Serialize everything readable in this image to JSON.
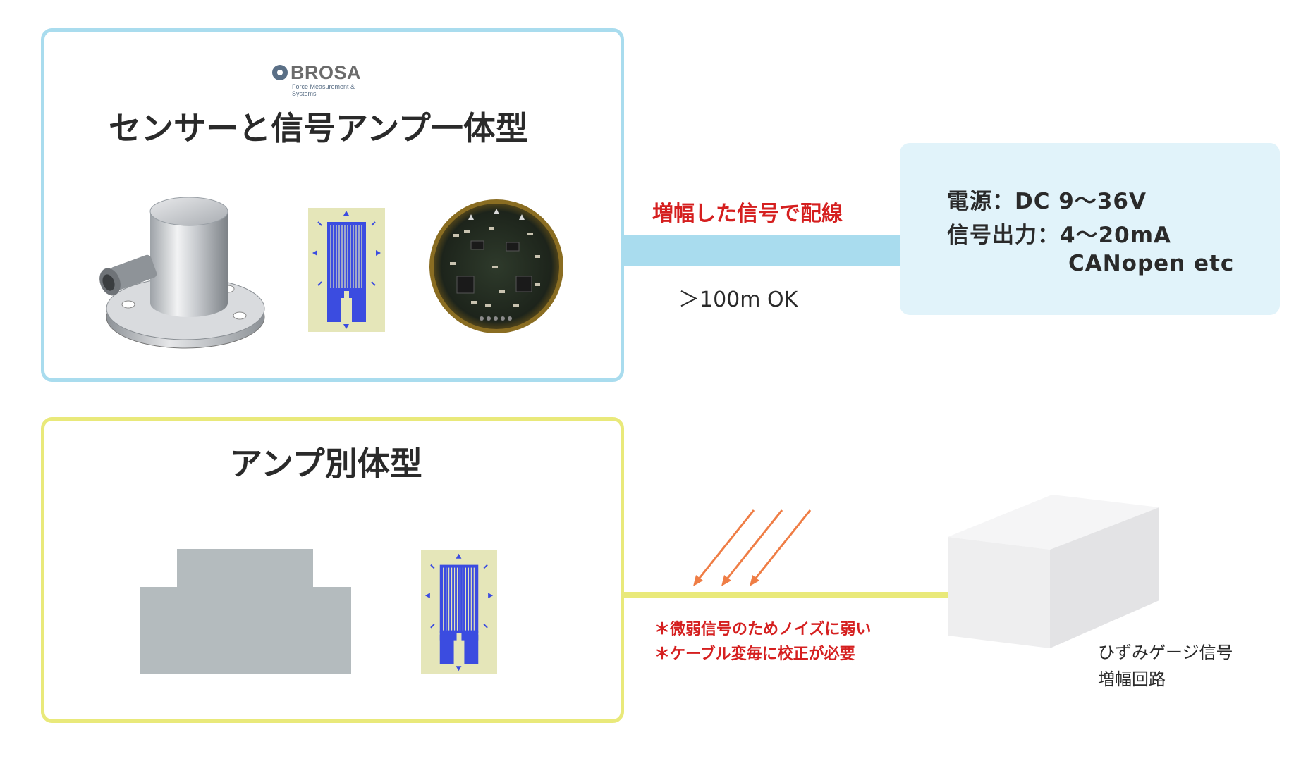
{
  "top_panel": {
    "brand": {
      "name": "BROSA",
      "tagline": "Force Measurement & Systems"
    },
    "title": "センサーと信号アンプ一体型",
    "images": [
      "load-cell-sensor",
      "strain-gauge",
      "amplifier-circuit-board"
    ]
  },
  "top_connection": {
    "label": "増幅した信号で配線",
    "distance": "＞100m  OK"
  },
  "spec_box": {
    "power": "電源：DC 9〜36V",
    "output": "信号出力：4〜20mA",
    "output_alt": "CANopen etc"
  },
  "bottom_panel": {
    "title": "アンプ別体型",
    "images": [
      "sensor-placeholder-shape",
      "strain-gauge"
    ]
  },
  "bottom_connection": {
    "notes": [
      "＊微弱信号のためノイズに弱い",
      "＊ケーブル変毎に校正が必要"
    ],
    "amplifier_label": [
      "ひずみゲージ信号",
      "増幅回路"
    ]
  },
  "colors": {
    "top_accent": "#a9dcee",
    "bottom_accent": "#e9e97a",
    "spec_bg": "#e1f3fa",
    "warning_text": "#d51f1f",
    "noise_arrow": "#ef7d45",
    "gauge_grid": "#3b4ce0"
  }
}
